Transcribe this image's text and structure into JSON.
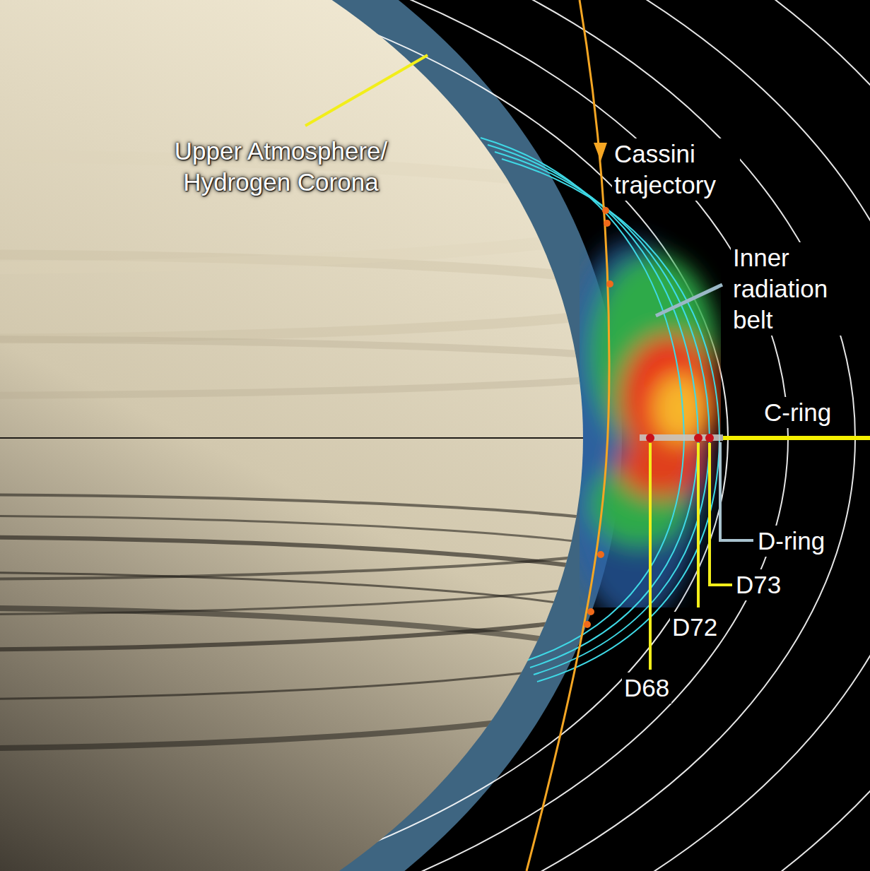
{
  "diagram": {
    "labels": [
      "Upper Atmosphere/ Hydrogen Corona",
      "Cassini trajectory",
      "Inner radiation belt",
      "C-ring",
      "D-ring",
      "D73",
      "D72",
      "D68"
    ]
  }
}
